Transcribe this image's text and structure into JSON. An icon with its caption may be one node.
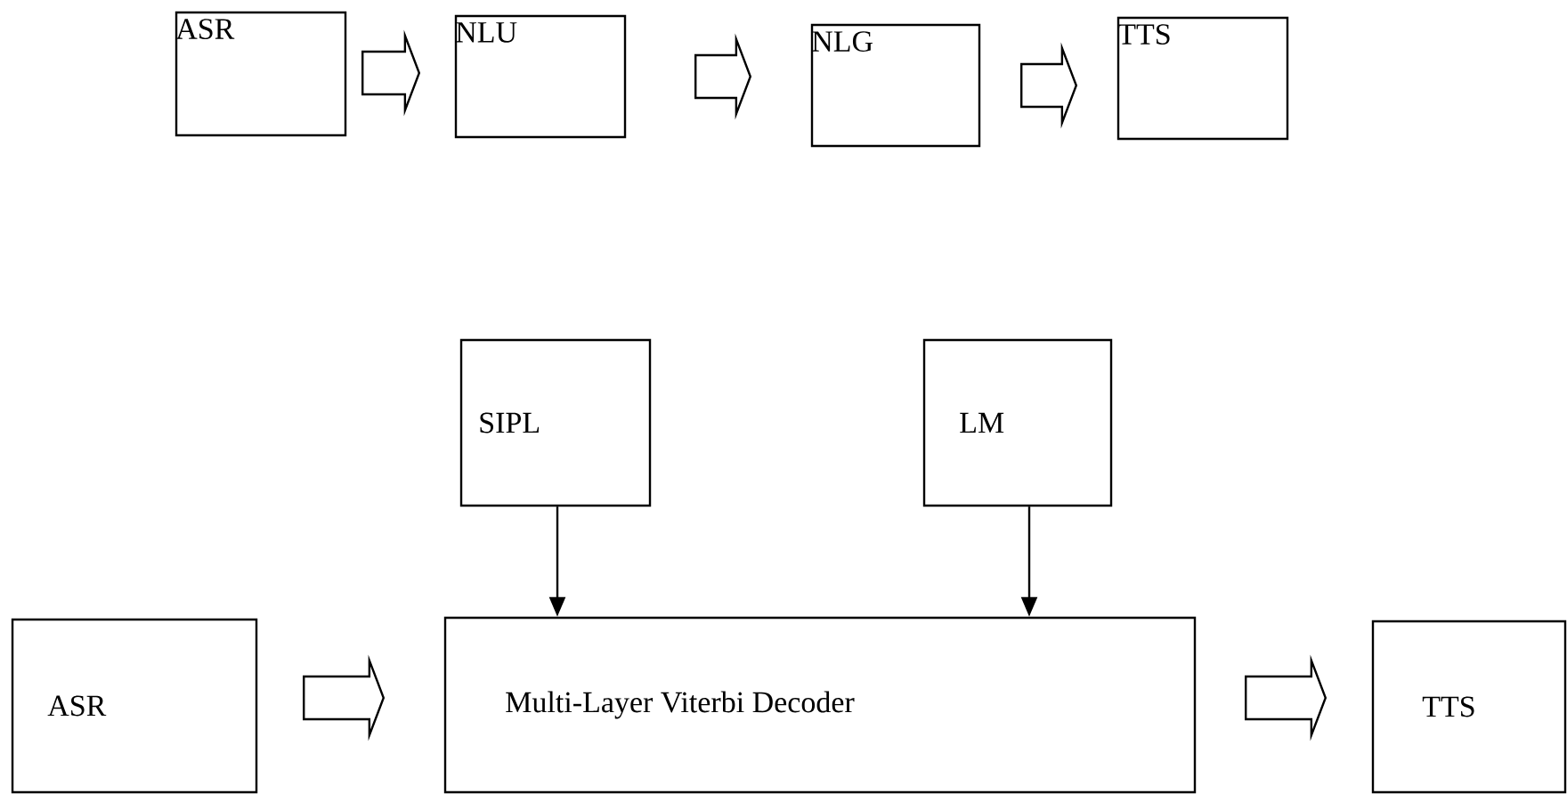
{
  "diagram": {
    "nodes": [
      {
        "text": [
          "ASR"
        ]
      },
      {
        "text": [
          "NLU"
        ]
      },
      {
        "text": [
          "NLG"
        ]
      },
      {
        "text": [
          "TTS"
        ]
      },
      {
        "text": [
          "SIPL"
        ]
      },
      {
        "text": [
          "LM"
        ]
      },
      {
        "text": [
          "ASR"
        ]
      },
      {
        "text": [
          "Multi-Layer Viterbi Decoder"
        ]
      },
      {
        "text": [
          "TTS"
        ]
      }
    ],
    "edges": [
      {
        "from": 0,
        "to": 1,
        "arrow": "to",
        "style": "thick"
      },
      {
        "from": 1,
        "to": 2,
        "arrow": "to",
        "style": "thick"
      },
      {
        "from": 2,
        "to": 3,
        "arrow": "to",
        "style": "thick"
      },
      {
        "from": 4,
        "to": 7,
        "arrow": "to"
      },
      {
        "from": 5,
        "to": 7,
        "arrow": "to"
      },
      {
        "from": 6,
        "to": 7,
        "arrow": "to",
        "style": "thick"
      },
      {
        "from": 7,
        "to": 8,
        "arrow": "to",
        "style": "thick"
      }
    ]
  }
}
